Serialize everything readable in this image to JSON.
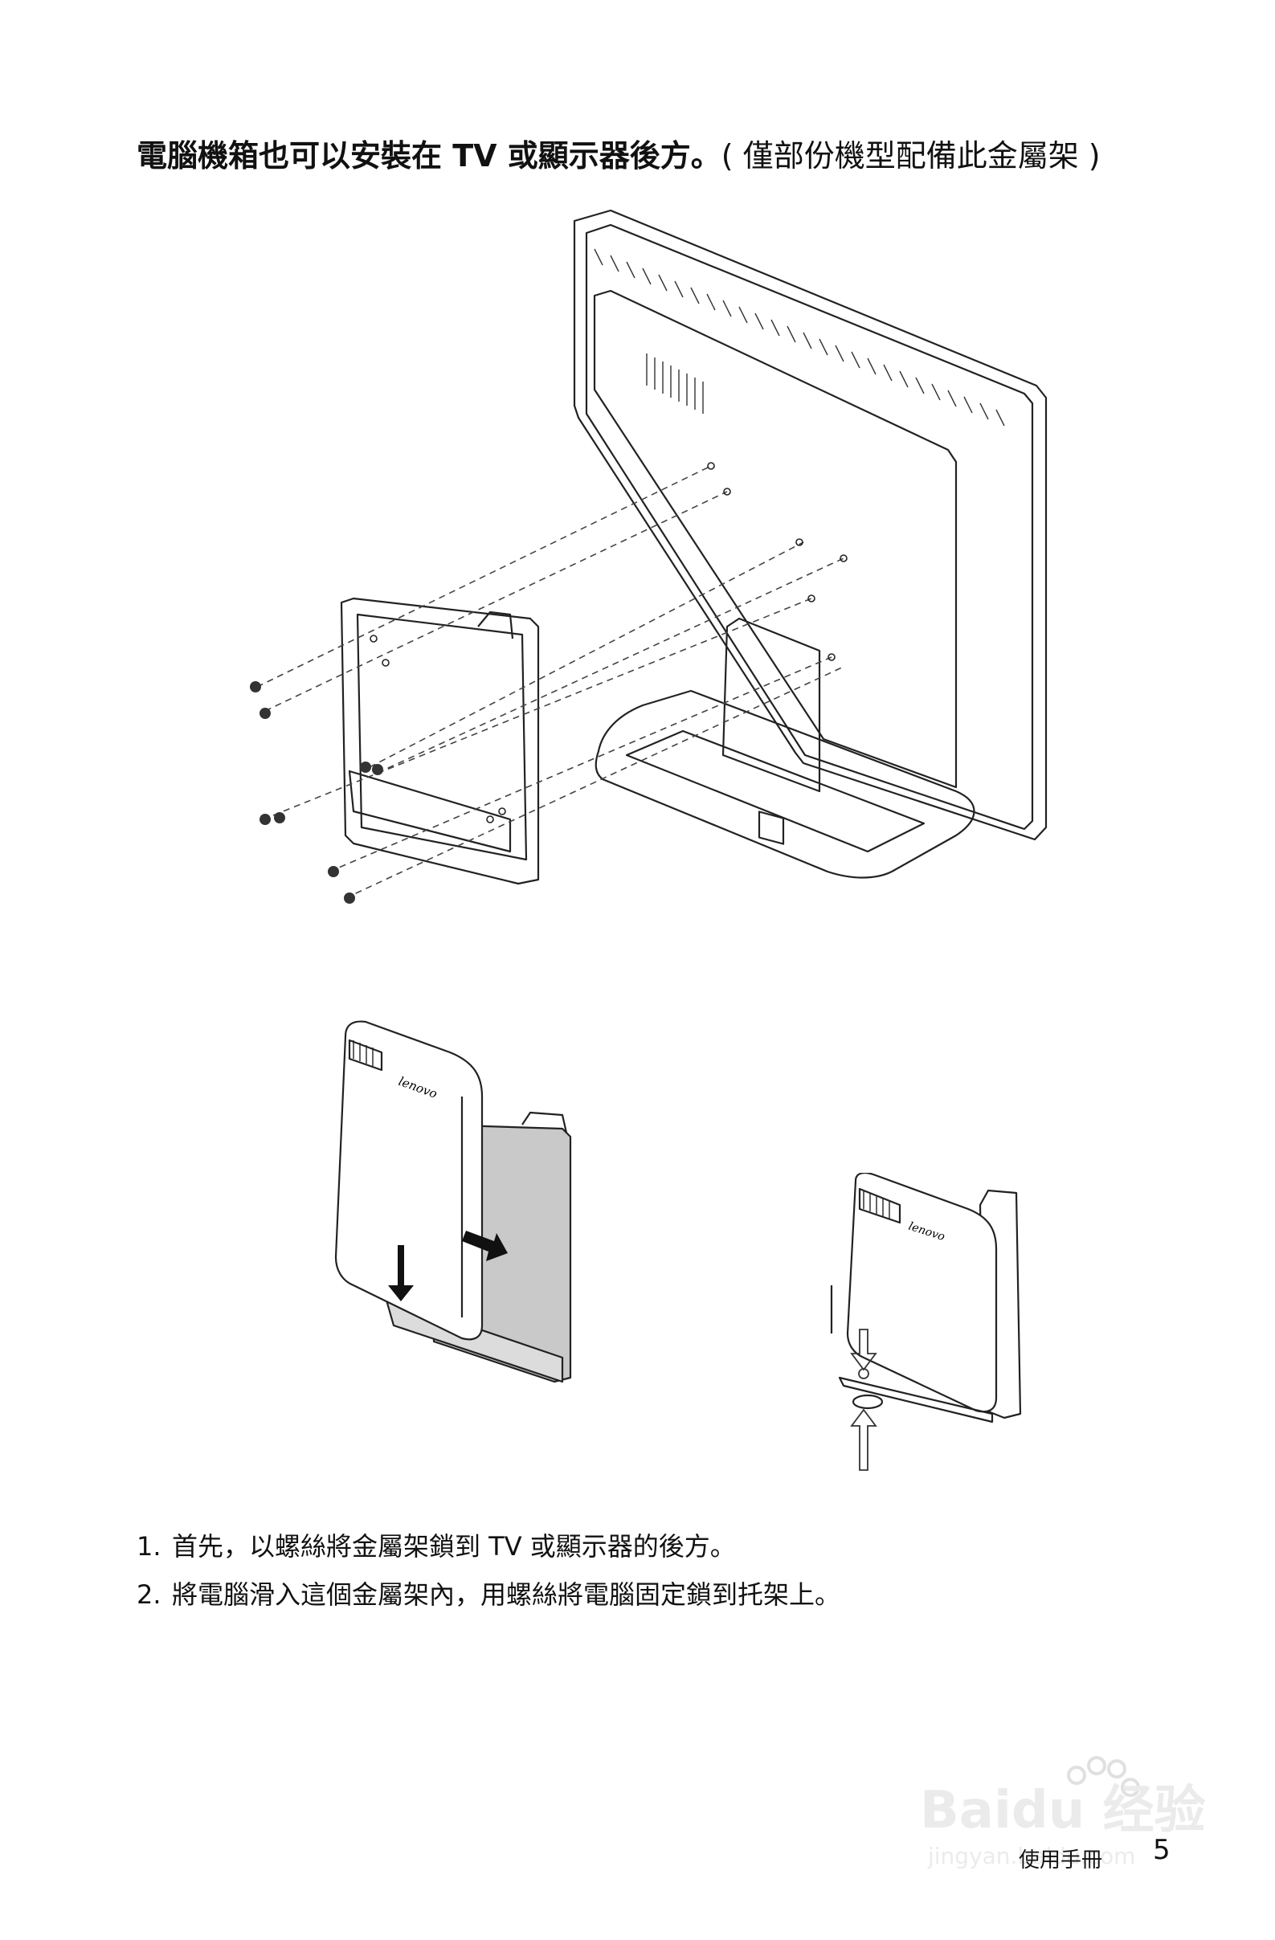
{
  "heading": {
    "bold": "電腦機箱也可以安裝在 TV 或顯示器後方。",
    "note": "( 僅部份機型配備此金屬架 )"
  },
  "figures": {
    "monitor_assembly": {
      "icon": "monitor-bracket-exploded-illustration"
    },
    "slide_in": {
      "icon": "pc-slide-into-bracket-illustration",
      "brand": "lenovo"
    },
    "screw_lock": {
      "icon": "pc-screw-lock-illustration",
      "brand": "lenovo"
    }
  },
  "steps": [
    {
      "num": "1.",
      "text": "首先，以螺絲將金屬架鎖到 TV 或顯示器的後方。"
    },
    {
      "num": "2.",
      "text": "將電腦滑入這個金屬架內，用螺絲將電腦固定鎖到托架上。"
    }
  ],
  "footer": {
    "label": "使用手冊",
    "page": "5"
  },
  "watermark": {
    "brand": "Baidu 经验",
    "url": "jingyan.baidu.com"
  }
}
